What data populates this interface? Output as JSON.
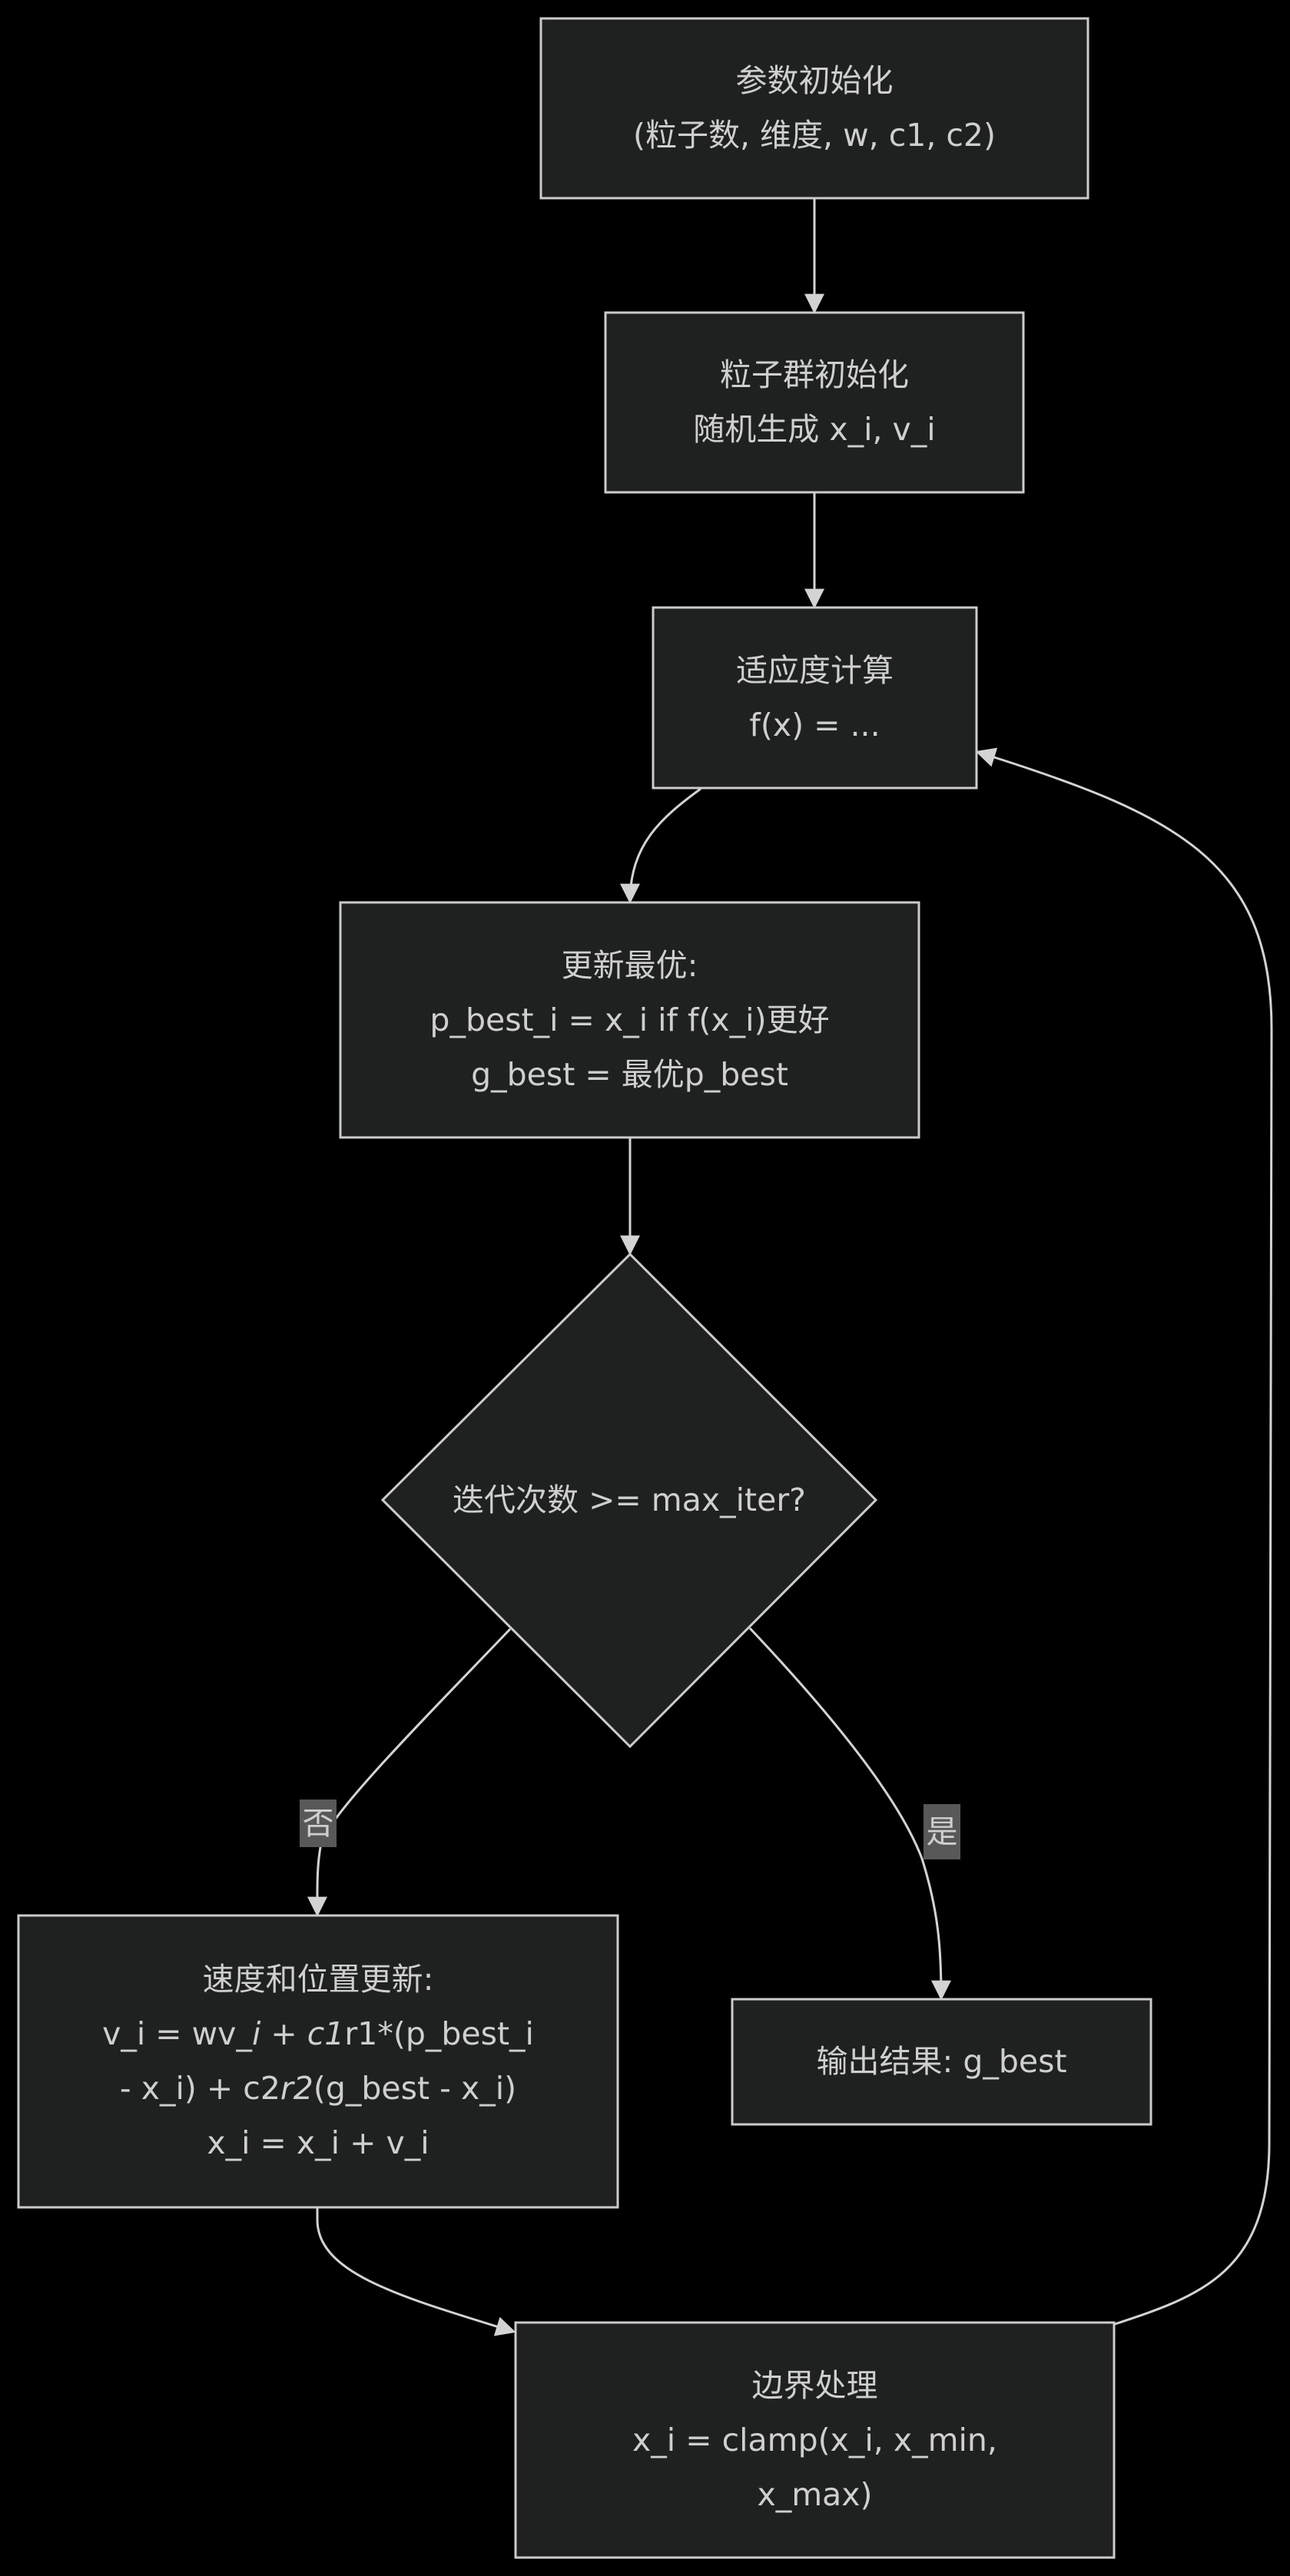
{
  "diagram": {
    "type": "flowchart",
    "theme": "dark",
    "colors": {
      "background": "#000000",
      "node_fill": "#1f2020",
      "node_stroke": "#cccccc",
      "edge": "#d3d3d3",
      "text": "#cfcfcf",
      "edge_label_bg": "#585858"
    },
    "nodes": {
      "init_params": {
        "line1": "参数初始化",
        "line2": "(粒子数, 维度, w, c1, c2)"
      },
      "init_swarm": {
        "line1": "粒子群初始化",
        "line2": "随机生成 x_i, v_i"
      },
      "fitness": {
        "line1": "适应度计算",
        "line2": "f(x) = ..."
      },
      "update_best": {
        "line1": "更新最优:",
        "line2": "p_best_i = x_i if f(x_i)更好",
        "line3": "g_best = 最优p_best"
      },
      "decision": {
        "text": "迭代次数 >= max_iter?"
      },
      "velocity_update": {
        "line1": "速度和位置更新:",
        "line2a": "v_i = wv",
        "line2b": "_i + c1",
        "line2c": "r1*(p_best_i",
        "line3a": "- x_i) + c2",
        "line3b": "r2",
        "line3c": "(g_best - x_i)",
        "line4": "x_i = x_i + v_i"
      },
      "output": {
        "text": "输出结果: g_best"
      },
      "boundary": {
        "line1": "边界处理",
        "line2": "x_i = clamp(x_i, x_min,",
        "line3": "x_max)"
      }
    },
    "edges": [
      {
        "from": "init_params",
        "to": "init_swarm",
        "label": ""
      },
      {
        "from": "init_swarm",
        "to": "fitness",
        "label": ""
      },
      {
        "from": "fitness",
        "to": "update_best",
        "label": ""
      },
      {
        "from": "update_best",
        "to": "decision",
        "label": ""
      },
      {
        "from": "decision",
        "to": "velocity_update",
        "label": "否"
      },
      {
        "from": "decision",
        "to": "output",
        "label": "是"
      },
      {
        "from": "velocity_update",
        "to": "boundary",
        "label": ""
      },
      {
        "from": "boundary",
        "to": "fitness",
        "label": ""
      }
    ],
    "edge_labels": {
      "no": "否",
      "yes": "是"
    }
  }
}
